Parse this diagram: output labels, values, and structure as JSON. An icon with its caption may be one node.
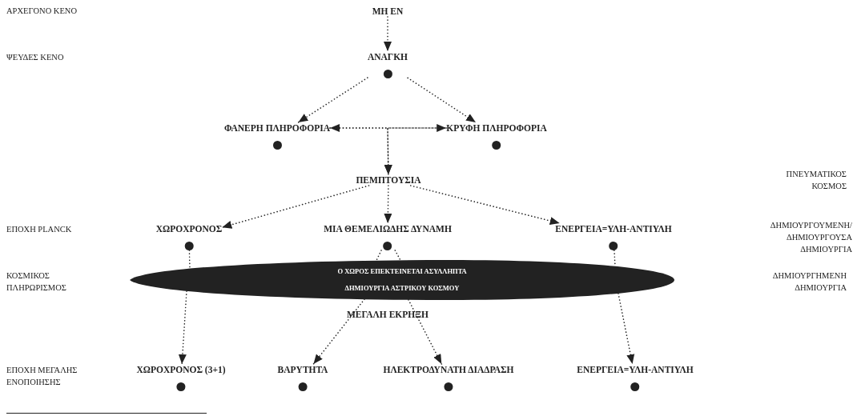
{
  "diagram": {
    "nodes": [
      {
        "text": [
          "ΜΗ ΕΝ"
        ]
      },
      {
        "text": [
          "ΑΝΑΓΚΗ"
        ]
      },
      {
        "text": [
          "ΦΑΝΕΡΗ ΠΛΗΡΟΦΟΡΙΑ"
        ]
      },
      {
        "text": [
          "ΚΡΥΦΗ ΠΛΗΡΟΦΟΡΙΑ"
        ]
      },
      {
        "text": [
          "ΠΕΜΠΤΟΥΣΙΑ"
        ]
      },
      {
        "text": [
          "ΧΩΡΟΧΡΟΝΟΣ"
        ]
      },
      {
        "text": [
          "ΜΙΑ ΘΕΜΕΛΙΩΔΗΣ ΔΥΝΑΜΗ"
        ]
      },
      {
        "text": [
          "ΕΝΕΡΓΕΙΑ=ΥΛΗ-ΑΝΤΙΥΛΗ"
        ]
      },
      {
        "text": [
          "Ο ΧΩΡΟΣ ΕΠΕΚΤΕΙΝΕΤΑΙ ΑΣΥΛΛΗΠΤΑ",
          "ΔΗΜΙΟΥΡΓΙΑ ΑΣΤΡΙΚΟΥ ΚΟΣΜΟΥ"
        ],
        "beside": [
          "ΜΕΓΑΛΗ ΕΚΡΗΞΗ"
        ]
      },
      {
        "text": [
          "ΧΩΡΟΧΡΟΝΟΣ (3+1)"
        ]
      },
      {
        "text": [
          "ΒΑΡΥΤΗΤΑ"
        ]
      },
      {
        "text": [
          "ΗΛΕΚΤΡΟΔΥΝΑΤΗ ΔΙΑΔΡΑΣΗ"
        ]
      },
      {
        "text": [
          "ΕΝΕΡΓΕΙΑ=ΥΛΗ-ΑΝΤΙΥΛΗ"
        ]
      }
    ],
    "edges": [
      {
        "from": 0,
        "to": 1,
        "arrow": "to"
      },
      {
        "from": 1,
        "to": 2,
        "arrow": "to"
      },
      {
        "from": 1,
        "to": 3,
        "arrow": "to"
      },
      {
        "from": 2,
        "to": 3,
        "arrow": "both"
      },
      {
        "from": 2,
        "to": 4,
        "arrow": "to"
      },
      {
        "from": 3,
        "to": 4,
        "arrow": "to"
      },
      {
        "from": 4,
        "to": 5,
        "arrow": "to"
      },
      {
        "from": 4,
        "to": 6,
        "arrow": "to"
      },
      {
        "from": 4,
        "to": 7,
        "arrow": "to"
      },
      {
        "from": 5,
        "to": 8,
        "arrow": "none"
      },
      {
        "from": 8,
        "to": 9,
        "arrow": "to"
      },
      {
        "from": 6,
        "to": 8,
        "arrow": "none"
      },
      {
        "from": 6,
        "to": 8,
        "arrow": "none"
      },
      {
        "from": 8,
        "to": 10,
        "arrow": "to"
      },
      {
        "from": 8,
        "to": 11,
        "arrow": "to"
      },
      {
        "from": 7,
        "to": 8,
        "arrow": "none"
      },
      {
        "from": 8,
        "to": 12,
        "arrow": "to"
      }
    ],
    "labels": [
      "ΑΡΧΕΓΟΝΟ ΚΕΝΟ",
      "ΨΕΥΔΕΣ ΚΕΝΟ",
      "ΠΝΕΥΜΑΤΙΚΟΣ ΚΟΣΜΟΣ",
      "ΕΠΟΧΗ PLANCK",
      "ΔΗΜΙΟΥΡΓΟΥΜΕΝΗ/ ΔΗΜΙΟΥΡΓΟΥΣΑ ΔΗΜΙΟΥΡΓΙΑ",
      "ΚΟΣΜΙΚΟΣ ΠΛΗΡΩΡΙΣΜΟΣ",
      "ΔΗΜΙΟΥΡΓΗΜΕΝΗ ΔΗΜΙΟΥΡΓΙΑ",
      "ΕΠΟΧΗ ΜΕΓΑΛΗΣ ΕΝΟΠΟΙΗΣΗΣ"
    ]
  }
}
